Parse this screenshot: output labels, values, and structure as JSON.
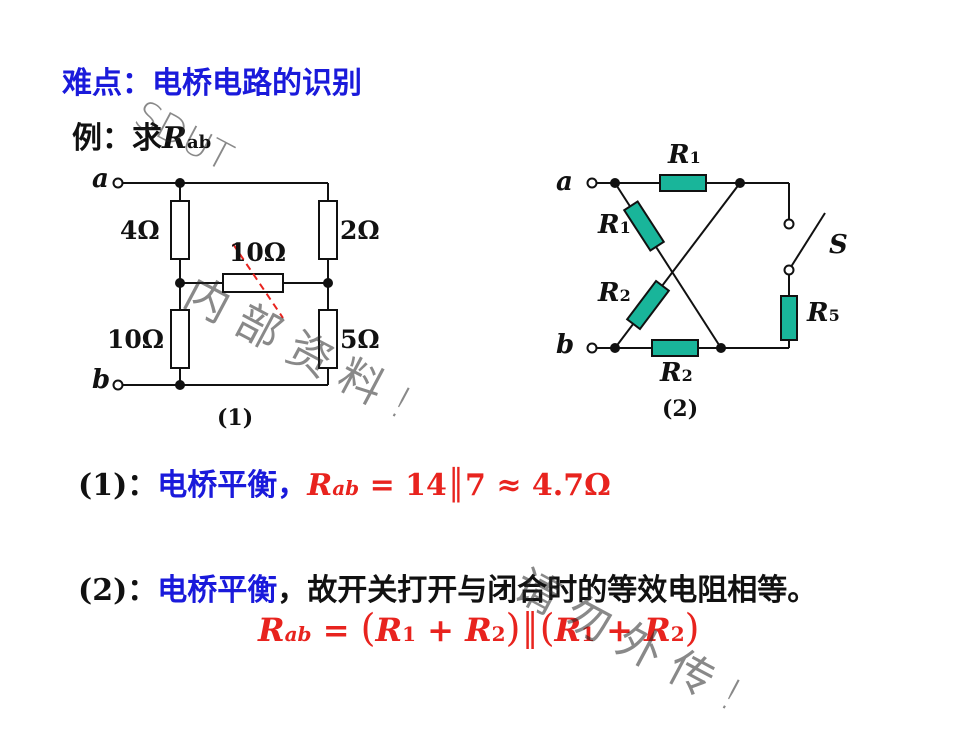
{
  "title": "难点：电桥电路的识别",
  "example_prefix": "例：求",
  "r_symbol": "R",
  "ab_sub": "ab",
  "watermark": {
    "w1": "SDUT",
    "w2": "内部资料!",
    "w3": "请勿外传!"
  },
  "circuit1": {
    "node_a": "a",
    "node_b": "b",
    "r_left_top": "4Ω",
    "r_right_top": "2Ω",
    "r_bridge": "10Ω",
    "r_left_bottom": "10Ω",
    "r_right_bottom": "5Ω",
    "caption": "(1)"
  },
  "circuit2": {
    "node_a": "a",
    "node_b": "b",
    "r_top": "R",
    "r_top_sub": "1",
    "r_diag1": "R",
    "r_diag1_sub": "1",
    "r_diag2": "R",
    "r_diag2_sub": "2",
    "r_bottom": "R",
    "r_bottom_sub": "2",
    "r5": "R",
    "r5_sub": "5",
    "switch": "S",
    "caption": "(2)"
  },
  "ans1": {
    "label": "(1)",
    "colon": "：",
    "text": "电桥平衡，",
    "formula_eq": " = 14",
    "parallel": "║",
    "formula_tail": "7 ≈ 4.7Ω"
  },
  "ans2": {
    "label": "(2)",
    "colon": "：",
    "text": "电桥平衡",
    "rest": "，故开关打开与闭合时的等效电阻相等。",
    "f_eq": " = ",
    "f_open": "(",
    "f_r": "R",
    "f_sub1": "1",
    "f_plus": " + ",
    "f_sub2": "2",
    "f_close": ")",
    "f_par": "║"
  },
  "colors": {
    "blue": "#1a1adb",
    "red": "#e8231e",
    "resistor_fill": "#19b59a",
    "wire": "#111111"
  }
}
